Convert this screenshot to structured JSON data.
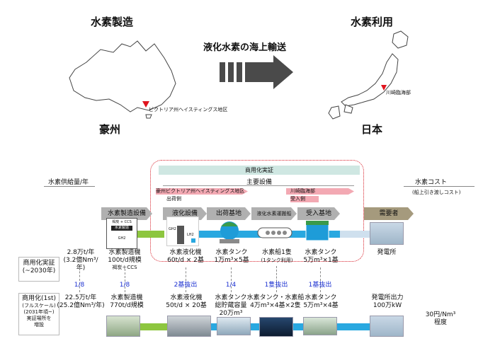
{
  "top": {
    "left_title": "水素製造",
    "right_title": "水素利用",
    "transport_title": "液化水素の海上輸送",
    "left_region": "豪州",
    "right_region": "日本",
    "left_site": "ビクトリア州ヘイスティングス地区",
    "right_site": "川崎臨海部"
  },
  "diagram": {
    "demo_banner": "商用化実証",
    "main_equipment": "主要設備",
    "supply_label": "水素供給量/年",
    "cost_label": "水素コスト",
    "cost_note": "(船上引き渡しコスト)",
    "vic_label": "豪州ビクトリア州ヘイスティングス地区",
    "ship_side": "出荷側",
    "kawasaki_label": "川崎臨海部",
    "receive_side": "受入側"
  },
  "stages": [
    {
      "label": "水素製造設備"
    },
    {
      "label": "液化設備"
    },
    {
      "label": "出荷基地"
    },
    {
      "label": "液化水素運搬船"
    },
    {
      "label": "受入基地"
    },
    {
      "label": "需要者"
    }
  ],
  "icons": {
    "plant_text1": "褐炭 + CCS",
    "plant_text2": "水素製造",
    "plant_text3": "GH2",
    "liq_gh2": "GH2",
    "liq_lh2": "LH2"
  },
  "demo_row": {
    "label": "商用化実証\n(~2030年)",
    "supply": "2.8万t/年\n(3.2億Nm³/年)",
    "production": "水素製造機\n100t/d規模",
    "production_note": "褐炭＋CCS",
    "liquefaction": "水素液化機\n60t/d × 2基",
    "shipping": "水素タンク\n1万m³×5基",
    "carrier": "水素船1隻",
    "carrier_note": "(1タンク利用)",
    "receiving": "水素タンク\n5万m³×1基",
    "user": "発電所"
  },
  "ratios": {
    "r1": "1/8",
    "r2": "1/8",
    "r3": "2基抜出",
    "r4": "1/4",
    "r5": "1隻抜出",
    "r6": "1基抜出"
  },
  "commercial_row": {
    "label_main": "商用化(1st)",
    "label_sub1": "(フルスケール)",
    "label_sub2": "(2031年頃~)",
    "label_sub3": "実証場所を",
    "label_sub4": "増設",
    "supply": "22.5万t/年\n(25.2億Nm³/年)",
    "production": "水素製造機\n770t/d規模",
    "liquefaction": "水素液化機\n50t/d × 20基",
    "shipping": "水素タンク\n総貯蔵容量\n20万m³",
    "carrier": "水素タンク・水素船\n4万m³×4基×2隻",
    "receiving": "水素タンク\n5万m³×4基",
    "user": "発電所出力\n100万kW",
    "cost": "30円/Nm³\n程度"
  },
  "colors": {
    "arrow": "#4a4a4a",
    "pipe_green": "#8dc63f",
    "pipe_blue": "#29a8e0",
    "demo_frame": "#d8202a",
    "banner": "#cfe7e2",
    "pink": "#f3a9b3"
  }
}
